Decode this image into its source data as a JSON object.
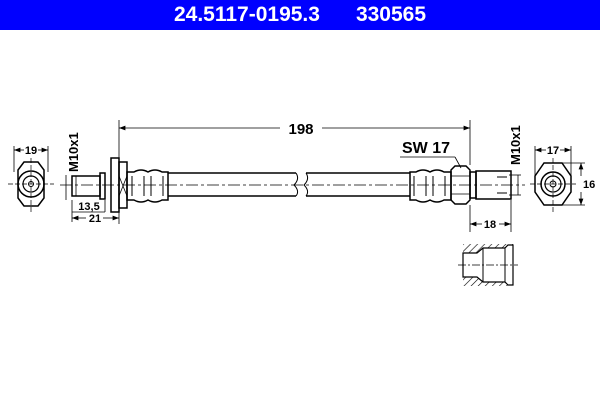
{
  "header": {
    "part_number": "24.5117-0195.3",
    "ref_number": "330565",
    "background": "#0000ff",
    "text_color": "#ffffff"
  },
  "drawing": {
    "length_label": "198",
    "wrench_size_label": "SW 17",
    "thread_left": "M10x1",
    "thread_right": "M10x1",
    "left_end_view_width": "19",
    "left_fitting_thread_length": "13,5",
    "left_fitting_total_length": "21",
    "right_fitting_length": "18",
    "right_end_view_width": "17",
    "right_end_view_height": "16"
  }
}
